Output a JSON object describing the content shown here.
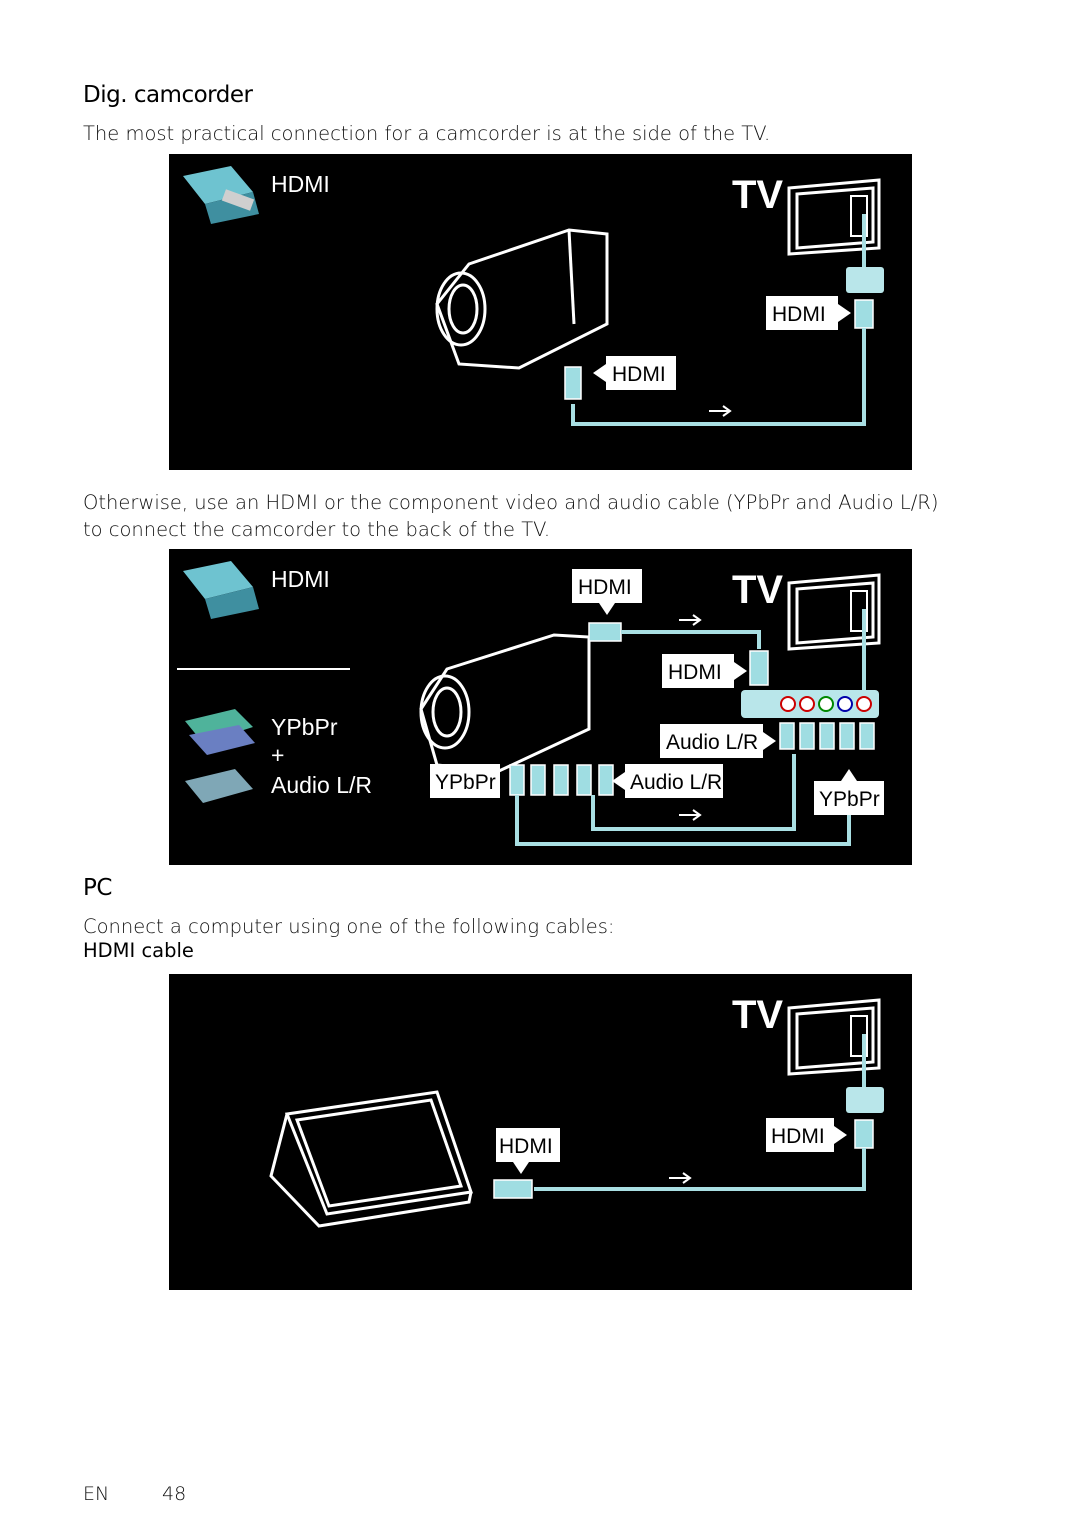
{
  "section_camcorder": {
    "title": "Dig. camcorder",
    "intro": "The most practical connection for a camcorder is at the side of the TV.",
    "alt_text": "Otherwise, use an HDMI or the component video and audio cable (YPbPr and Audio L/R) to connect the camcorder to the back of the TV."
  },
  "section_pc": {
    "title": "PC",
    "intro": "Connect a computer using one of the following cables:",
    "cable_heading": "HDMI cable"
  },
  "diagram1": {
    "legend_hdmi": "HDMI",
    "tv": "TV",
    "tag_tv": "HDMI",
    "tag_device": "HDMI"
  },
  "diagram2": {
    "legend_hdmi": "HDMI",
    "legend_ypbpr": "YPbPr",
    "legend_plus": "+",
    "legend_audio": "Audio L/R",
    "tv": "TV",
    "tag_hdmi_cam": "HDMI",
    "tag_hdmi_tv": "HDMI",
    "tag_audio_tv": "Audio L/R",
    "tag_ypbpr_cam": "YPbPr",
    "tag_audio_cam": "Audio L/R",
    "tag_ypbpr_tv": "YPbPr"
  },
  "diagram3": {
    "tv": "TV",
    "tag_tv": "HDMI",
    "tag_pc": "HDMI"
  },
  "footer": {
    "lang": "EN",
    "page": "48"
  },
  "colors": {
    "cable": "#a9dfe3",
    "panel": "#000000"
  }
}
